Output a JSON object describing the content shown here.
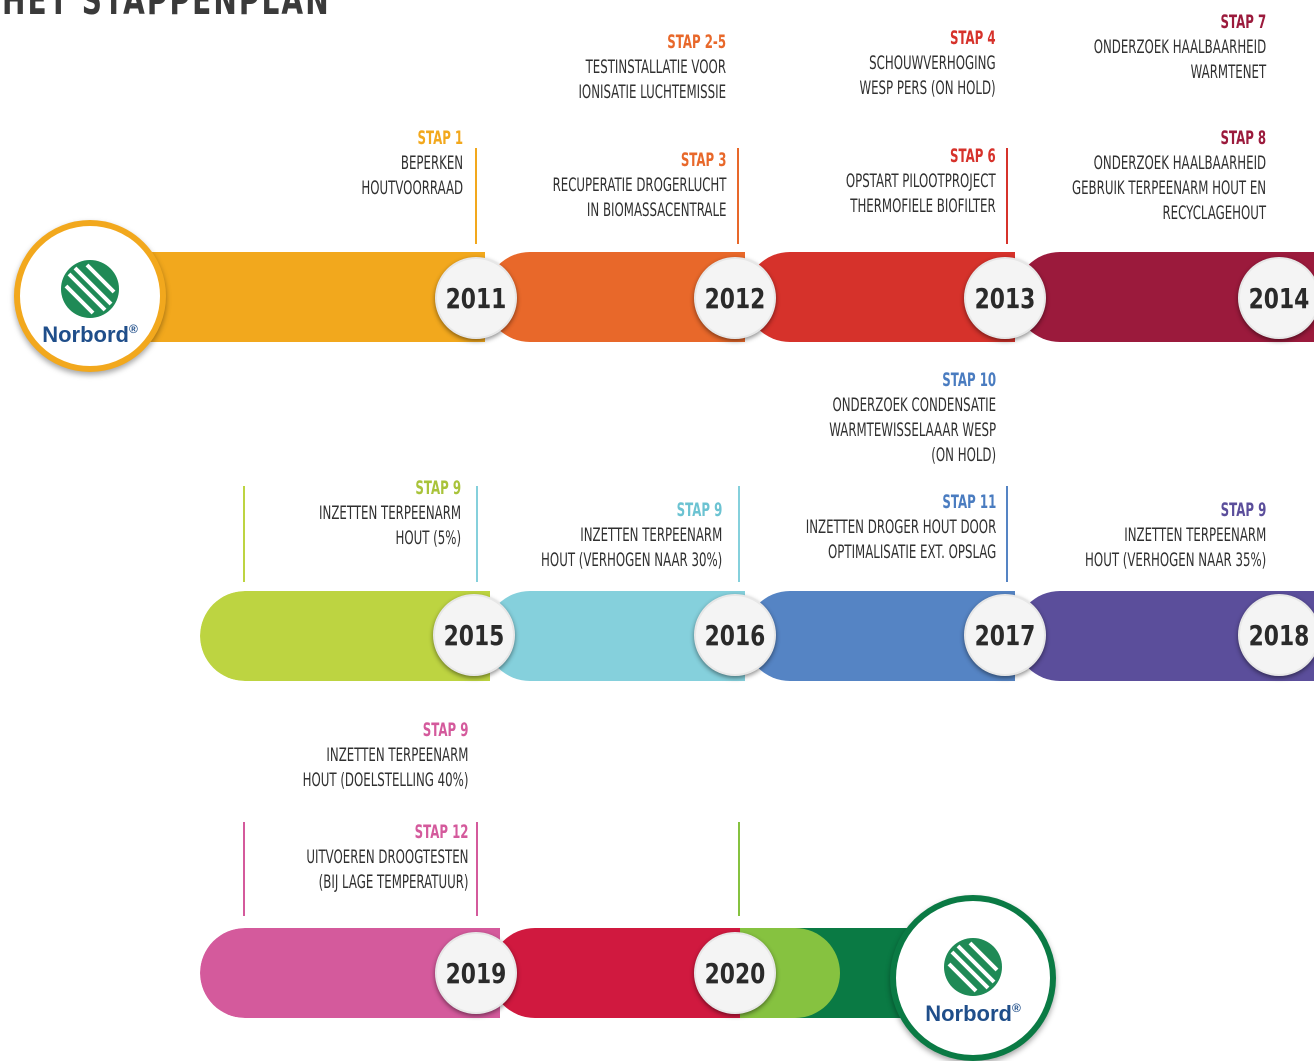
{
  "title": "HET STAPPENPLAN",
  "logo": {
    "text": "Norbord",
    "mark": "®"
  },
  "colors": {
    "y2011": "#f2a81d",
    "y2012": "#e8682a",
    "y2013": "#d6322b",
    "y2014": "#9b1a3c",
    "y2015": "#bdd441",
    "y2016": "#85d0dc",
    "y2017": "#5584c4",
    "y2018": "#5b4e9b",
    "y2019": "#d45a9c",
    "y2020": "#d0193f",
    "y2020b": "#86c240",
    "brand": "#0a7a44"
  },
  "years": [
    "2011",
    "2012",
    "2013",
    "2014",
    "2015",
    "2016",
    "2017",
    "2018",
    "2019",
    "2020"
  ],
  "notes": {
    "n1": {
      "stap": "STAP 1",
      "lines": [
        "BEPERKEN",
        "HOUTVOORRAAD"
      ]
    },
    "n25": {
      "stap": "STAP 2-5",
      "lines": [
        "TESTINSTALLATIE VOOR",
        "IONISATIE LUCHTEMISSIE"
      ]
    },
    "n3": {
      "stap": "STAP 3",
      "lines": [
        "RECUPERATIE DROGERLUCHT",
        "IN BIOMASSACENTRALE"
      ]
    },
    "n4": {
      "stap": "STAP 4",
      "lines": [
        "SCHOUWVERHOGING",
        "WESP PERS (ON HOLD)"
      ]
    },
    "n6": {
      "stap": "STAP 6",
      "lines": [
        "OPSTART PILOOTPROJECT",
        "THERMOFIELE BIOFILTER"
      ]
    },
    "n7": {
      "stap": "STAP 7",
      "lines": [
        "ONDERZOEK HAALBAARHEID",
        "WARMTENET"
      ]
    },
    "n8": {
      "stap": "STAP 8",
      "lines": [
        "ONDERZOEK HAALBAARHEID",
        "GEBRUIK TERPEENARM HOUT EN",
        "RECYCLAGEHOUT"
      ]
    },
    "n9a": {
      "stap": "STAP 9",
      "lines": [
        "INZETTEN TERPEENARM",
        "HOUT (5%)"
      ]
    },
    "n9b": {
      "stap": "STAP 9",
      "lines": [
        "INZETTEN TERPEENARM",
        "HOUT (VERHOGEN NAAR 30%)"
      ]
    },
    "n10": {
      "stap": "STAP 10",
      "lines": [
        "ONDERZOEK CONDENSATIE",
        "WARMTEWISSELAAAR WESP",
        "(ON HOLD)"
      ]
    },
    "n11": {
      "stap": "STAP 11",
      "lines": [
        "INZETTEN DROGER HOUT DOOR",
        "OPTIMALISATIE EXT. OPSLAG"
      ]
    },
    "n9c": {
      "stap": "STAP 9",
      "lines": [
        "INZETTEN TERPEENARM",
        "HOUT (VERHOGEN NAAR 35%)"
      ]
    },
    "n9d": {
      "stap": "STAP 9",
      "lines": [
        "INZETTEN TERPEENARM",
        "HOUT (DOELSTELLING 40%)"
      ]
    },
    "n12": {
      "stap": "STAP 12",
      "lines": [
        "UITVOEREN DROOGTESTEN",
        "(BIJ LAGE TEMPERATUUR)"
      ]
    }
  }
}
